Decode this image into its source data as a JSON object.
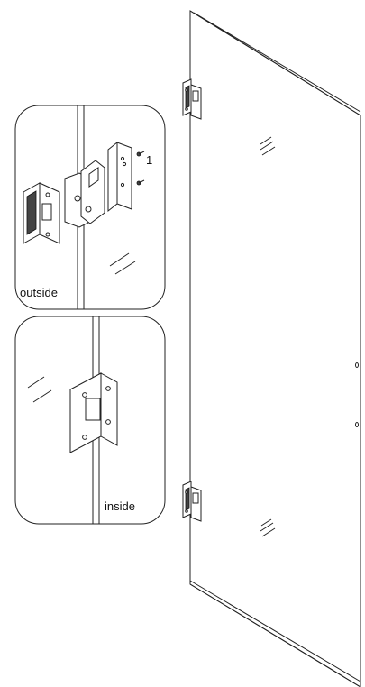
{
  "diagram": {
    "callout_outside": {
      "label": "outside"
    },
    "callout_inside": {
      "label": "inside"
    },
    "step_marker": "1"
  },
  "colors": {
    "line": "#222222",
    "background": "#ffffff",
    "bracket_fill": "#666666"
  },
  "icons": {
    "hinge": "hinge-icon",
    "screw": "screw-icon",
    "reflection": "glass-reflection-icon"
  }
}
